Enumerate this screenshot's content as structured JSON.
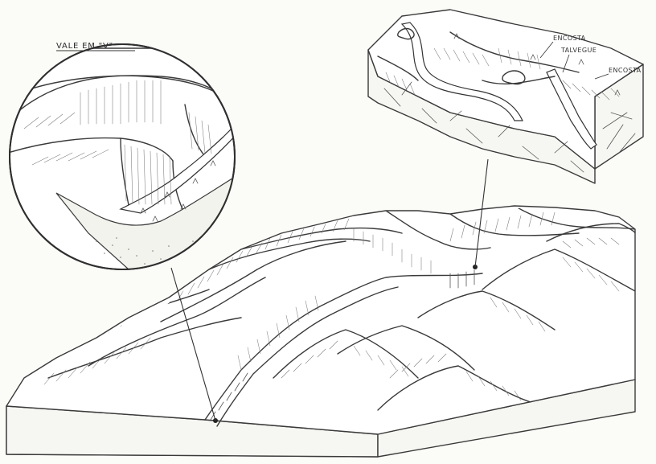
{
  "labels": {
    "v_valley": "VALE EM \"V\"",
    "slope_1": "ENCOSTA",
    "thalweg": "TALVEGUE",
    "slope_2": "ENCOSTA"
  }
}
